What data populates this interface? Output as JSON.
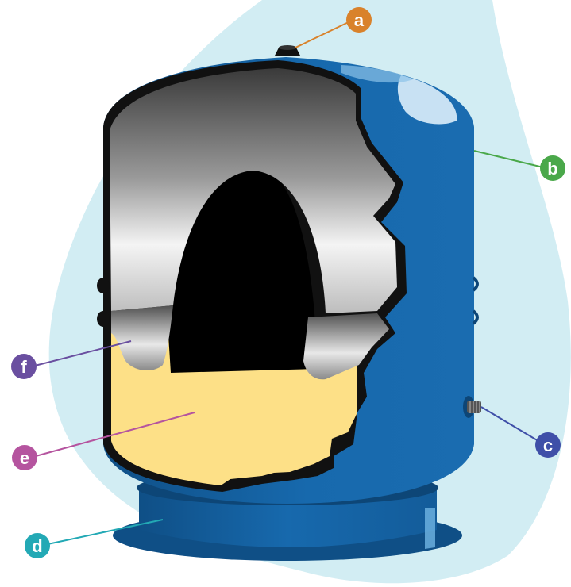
{
  "colors": {
    "background_blob": "#d2edf3",
    "tank_blue": "#1769ad",
    "tank_blue_dark": "#0f4f86",
    "tank_blue_light": "#5aa3d8",
    "diaphragm_light": "#f2f2f2",
    "diaphragm_dark": "#4a4a4a",
    "water": "#fde087",
    "interior": "#000000",
    "outline": "#111111"
  },
  "callouts": [
    {
      "id": "a",
      "label": "a",
      "color": "#d9822b",
      "line_color": "#d9822b"
    },
    {
      "id": "b",
      "label": "b",
      "color": "#4aa84a",
      "line_color": "#4aa84a"
    },
    {
      "id": "c",
      "label": "c",
      "color": "#3f4fa8",
      "line_color": "#3f4fa8"
    },
    {
      "id": "d",
      "label": "d",
      "color": "#23a9b5",
      "line_color": "#23a9b5"
    },
    {
      "id": "e",
      "label": "e",
      "color": "#b5549f",
      "line_color": "#b5549f"
    },
    {
      "id": "f",
      "label": "f",
      "color": "#6a4fa0",
      "line_color": "#6a4fa0"
    }
  ]
}
